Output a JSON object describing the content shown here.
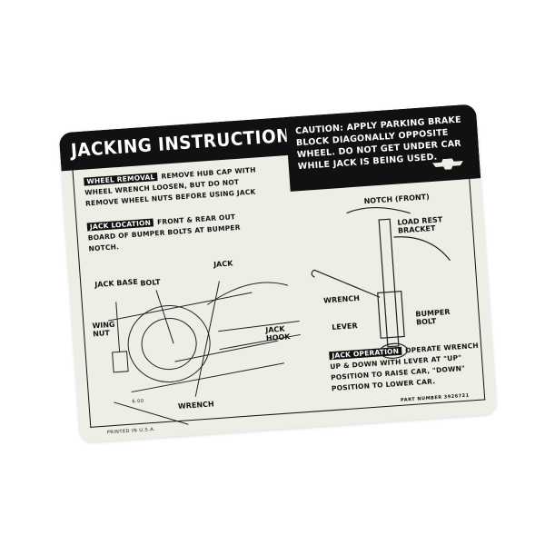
{
  "decal": {
    "title": "JACKING INSTRUCTIONS",
    "caution": "CAUTION: APPLY PARKING BRAKE BLOCK DIAGONALLY OPPOSITE WHEEL. DO NOT GET UNDER CAR WHILE JACK IS BEING USED.",
    "logo": "chevrolet-bowtie",
    "wheel_removal": {
      "tag": "WHEEL REMOVAL",
      "text": "REMOVE HUB CAP WITH WHEEL WRENCH LOOSEN, BUT DO NOT REMOVE WHEEL NUTS BEFORE USING JACK"
    },
    "jack_location": {
      "tag": "JACK LOCATION",
      "text": "FRONT & REAR OUT BOARD OF BUMPER BOLTS AT BUMPER NOTCH."
    },
    "jack_operation": {
      "tag": "JACK OPERATION",
      "text": "OPERATE WRENCH UP & DOWN WITH LEVER AT \"UP\" POSITION TO RAISE CAR, \"DOWN\" POSITION TO LOWER CAR."
    },
    "left_labels": {
      "jack_base": "JACK BASE",
      "bolt": "BOLT",
      "jack": "JACK",
      "wing_nut": "WING NUT",
      "jack_hook": "JACK HOOK",
      "wrench": "WRENCH",
      "dimension": "6.00"
    },
    "right_labels": {
      "notch": "NOTCH (FRONT)",
      "load_rest": "LOAD REST BRACKET",
      "wrench": "WRENCH",
      "lever": "LEVER",
      "bumper_bolt": "BUMPER BOLT"
    },
    "part_number": "PART NUMBER 3926721",
    "printed": "PRINTED IN U.S.A."
  }
}
